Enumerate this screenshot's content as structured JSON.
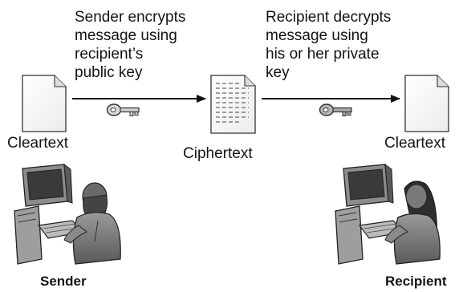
{
  "steps": {
    "encrypt": [
      "Sender encrypts",
      "message using",
      "recipient’s",
      "public key"
    ],
    "decrypt": [
      "Recipient decrypts",
      "message using",
      "his or her private",
      "key"
    ]
  },
  "documents": {
    "left": "Cleartext",
    "middle": "Ciphertext",
    "right": "Cleartext"
  },
  "people": {
    "sender": "Sender",
    "recipient": "Recipient"
  },
  "icons": [
    "document-icon",
    "key-icon",
    "ciphertext-document-icon",
    "computer-user-icon"
  ]
}
